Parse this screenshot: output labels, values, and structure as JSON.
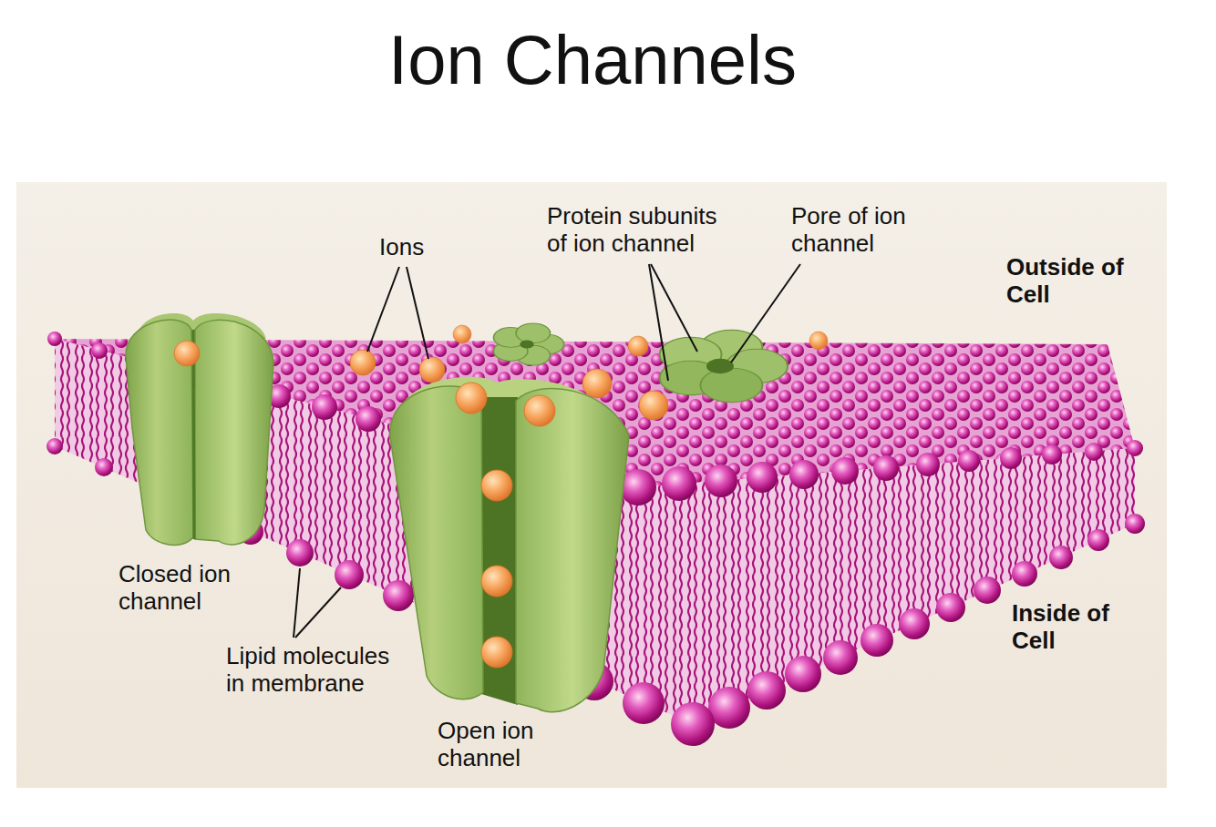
{
  "diagram": {
    "title": "Ion Channels",
    "labels": [
      "Ions",
      "Protein subunits of ion channel",
      "Pore of ion channel",
      "Outside of Cell",
      "Closed ion channel",
      "Inside of Cell",
      "Lipid molecules in membrane",
      "Open ion channel"
    ]
  }
}
